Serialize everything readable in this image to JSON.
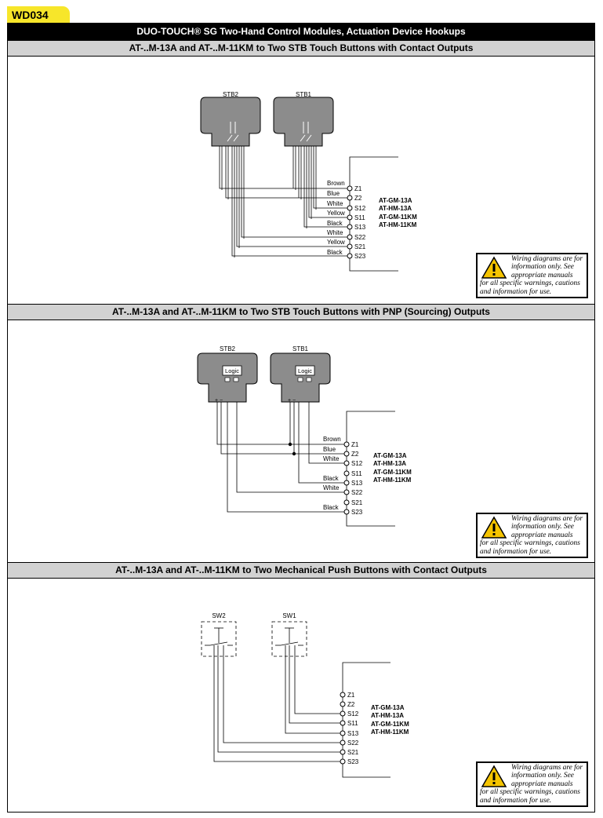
{
  "tab_label": "WD034",
  "main_title": "DUO-TOUCH® SG Two-Hand Control Modules, Actuation Device Hookups",
  "sections": [
    {
      "title": "AT-..M-13A and AT-..M-11KM to Two STB Touch Buttons with Contact Outputs",
      "device_labels": [
        "STB2",
        "STB1"
      ],
      "terminals": [
        "Z1",
        "Z2",
        "S12",
        "S11",
        "S13",
        "S22",
        "S21",
        "S23"
      ],
      "wire_colors": [
        "Brown",
        "Blue",
        "White",
        "Yellow",
        "Black",
        "White",
        "Yellow",
        "Black"
      ],
      "models": [
        "AT-GM-13A",
        "AT-HM-13A",
        "AT-GM-11KM",
        "AT-HM-11KM"
      ]
    },
    {
      "title": "AT-..M-13A and AT-..M-11KM to Two STB Touch Buttons with PNP (Sourcing) Outputs",
      "device_labels": [
        "STB2",
        "STB1"
      ],
      "logic_label": "Logic",
      "terminals": [
        "Z1",
        "Z2",
        "S12",
        "S11",
        "S13",
        "S22",
        "S21",
        "S23"
      ],
      "wire_colors": [
        "Brown",
        "Blue",
        "White",
        "Black",
        "White",
        "Black"
      ],
      "models": [
        "AT-GM-13A",
        "AT-HM-13A",
        "AT-GM-11KM",
        "AT-HM-11KM"
      ]
    },
    {
      "title": "AT-..M-13A and AT-..M-11KM to Two Mechanical Push Buttons with Contact Outputs",
      "device_labels": [
        "SW2",
        "SW1"
      ],
      "terminals": [
        "Z1",
        "Z2",
        "S12",
        "S11",
        "S13",
        "S22",
        "S21",
        "S23"
      ],
      "models": [
        "AT-GM-13A",
        "AT-HM-13A",
        "AT-GM-11KM",
        "AT-HM-11KM"
      ]
    }
  ],
  "warning": {
    "icon": "warning-triangle-icon",
    "lines": [
      "Wiring diagrams are for",
      "information only. See",
      "appropriate manuals",
      "for all specific warnings, cautions",
      "and information for use."
    ]
  },
  "colors": {
    "tab": "#f7e62a",
    "header_bg": "#000000",
    "section_bg": "#d2d2d2",
    "device_fill": "#8c8c8c",
    "warning_fill": "#f5c400"
  }
}
